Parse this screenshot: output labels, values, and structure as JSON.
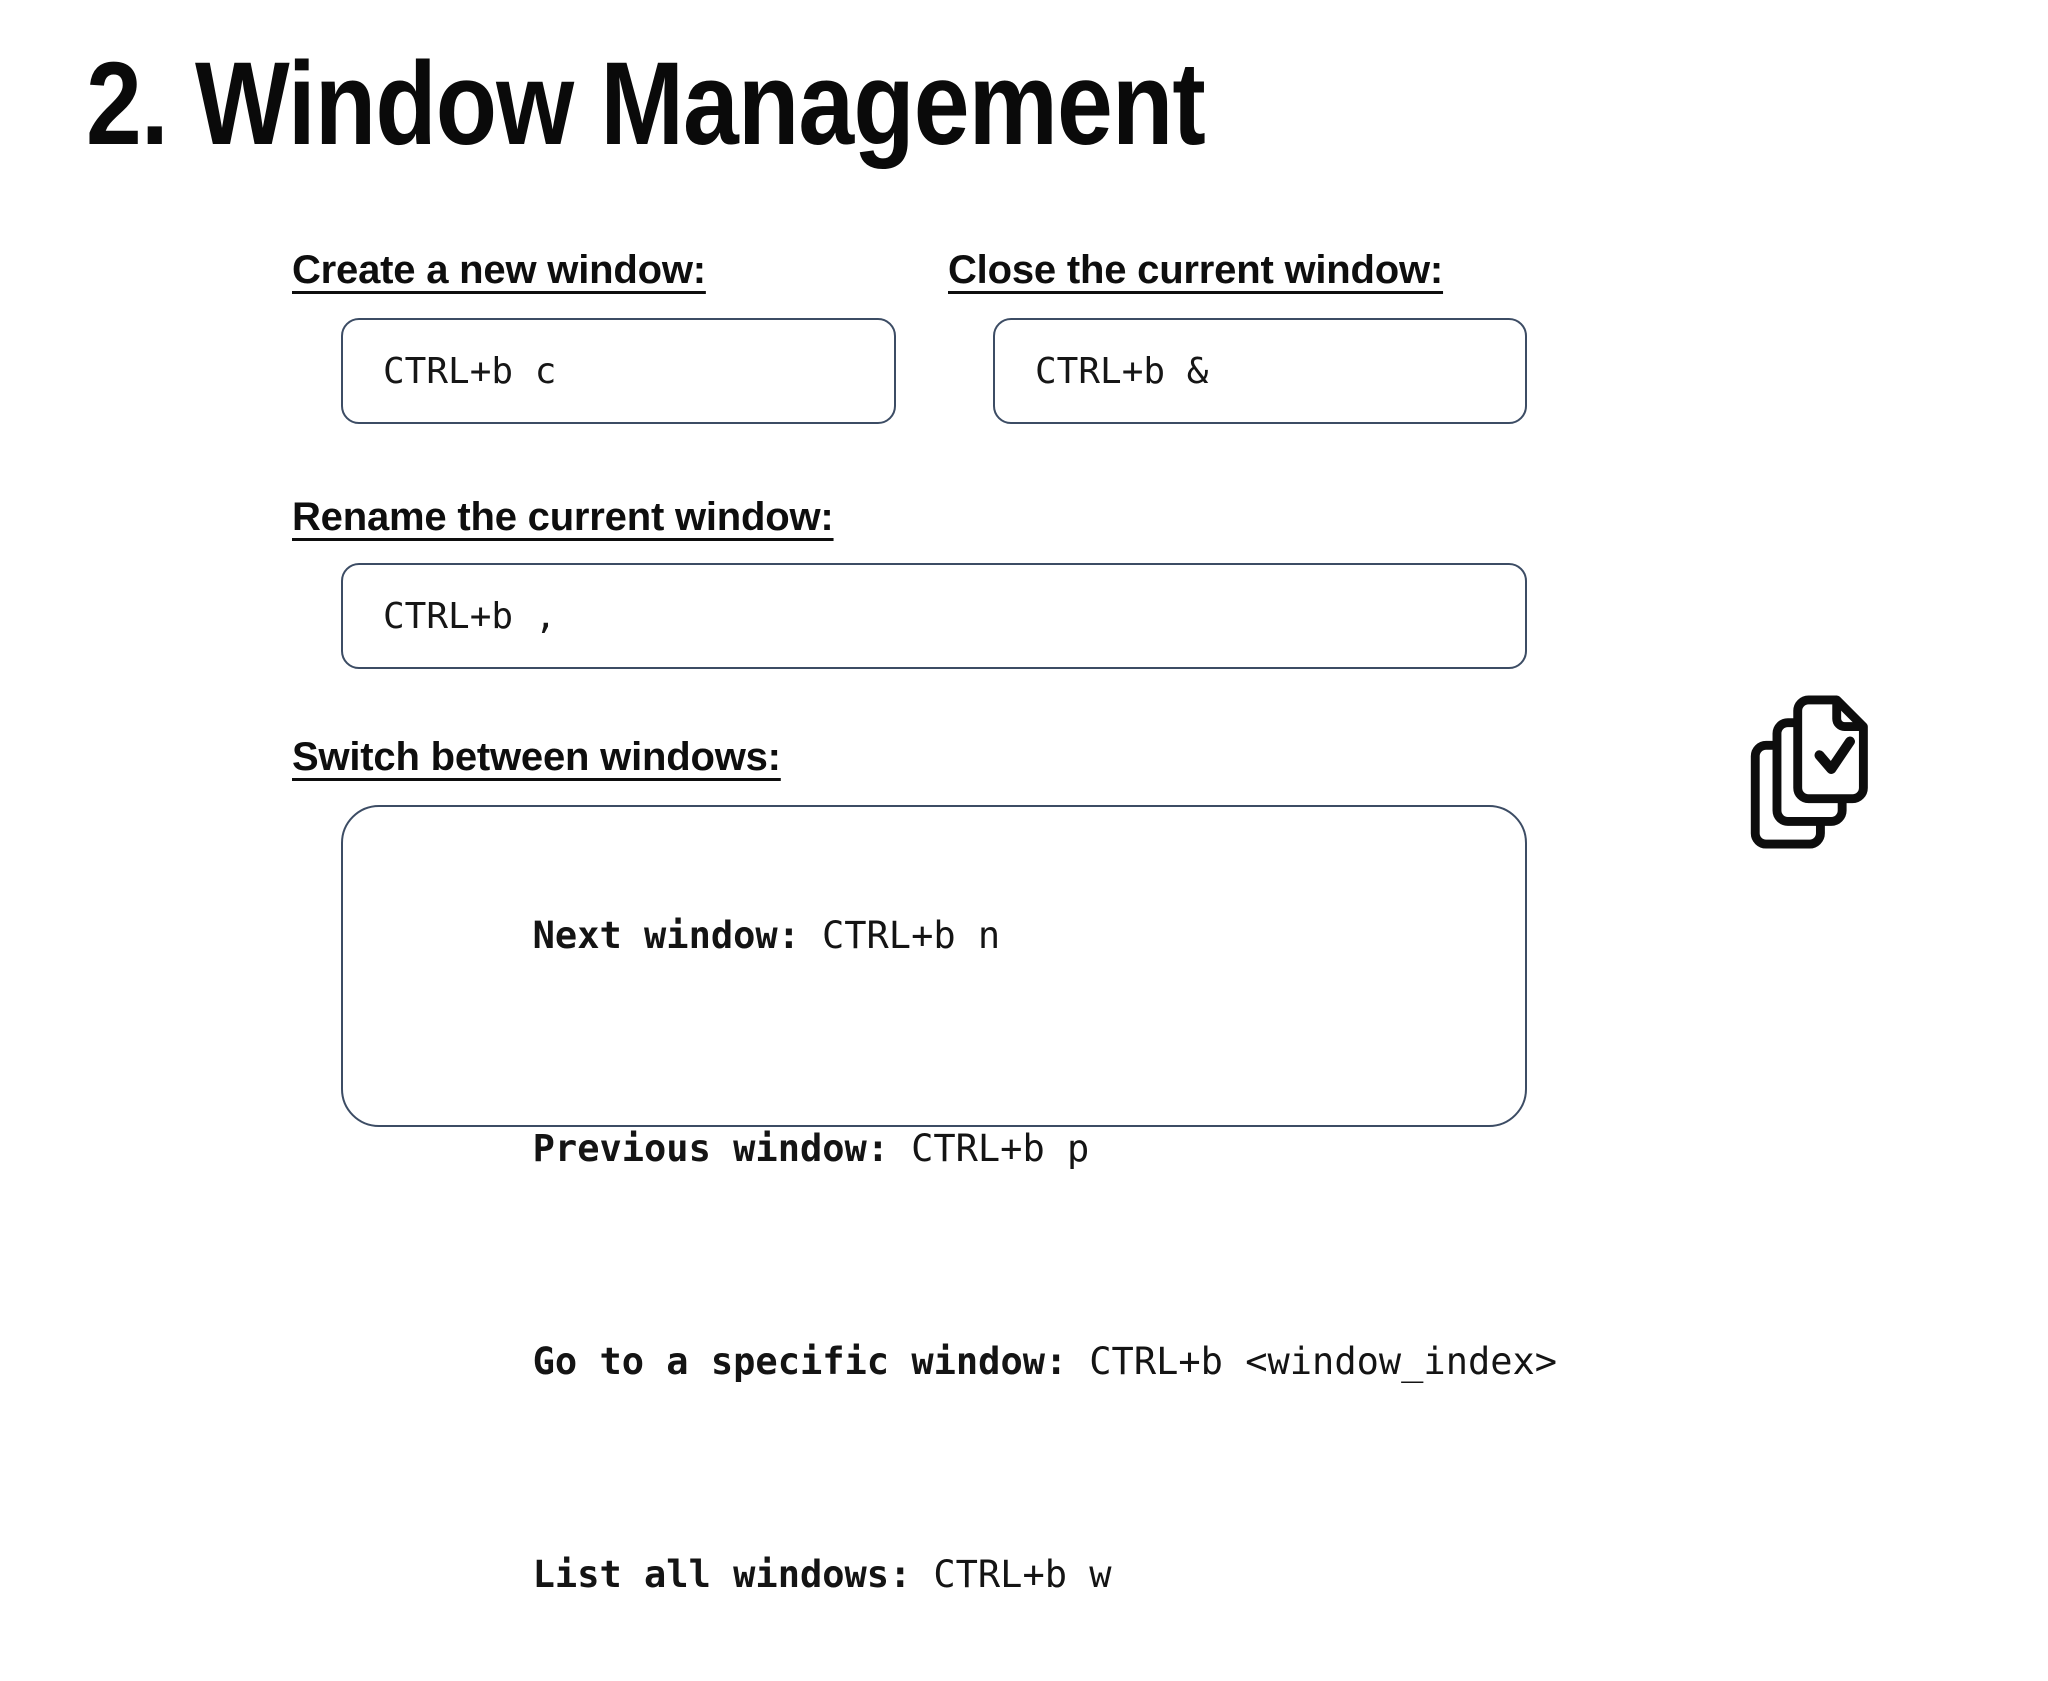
{
  "slide": {
    "title": "2. Window Management"
  },
  "sections": [
    {
      "label": "Create a new window:",
      "shortcut": "CTRL+b c"
    },
    {
      "label": "Close the current window:",
      "shortcut": "CTRL+b &"
    },
    {
      "label": "Rename the current window:",
      "shortcut": "CTRL+b ,"
    },
    {
      "label": "Switch between windows:",
      "items": [
        {
          "action": "Next window:",
          "keys": "CTRL+b n"
        },
        {
          "action": "Previous window:",
          "keys": "CTRL+b p"
        },
        {
          "action": "Go to a specific window:",
          "keys": "CTRL+b <window_index>"
        },
        {
          "action": "List all windows:",
          "keys": "CTRL+b w"
        }
      ]
    }
  ],
  "icon": {
    "name": "documents-check-icon"
  },
  "colors": {
    "background": "#ffffff",
    "box_border": "#3c4c64",
    "text": "#0e0e0e"
  }
}
